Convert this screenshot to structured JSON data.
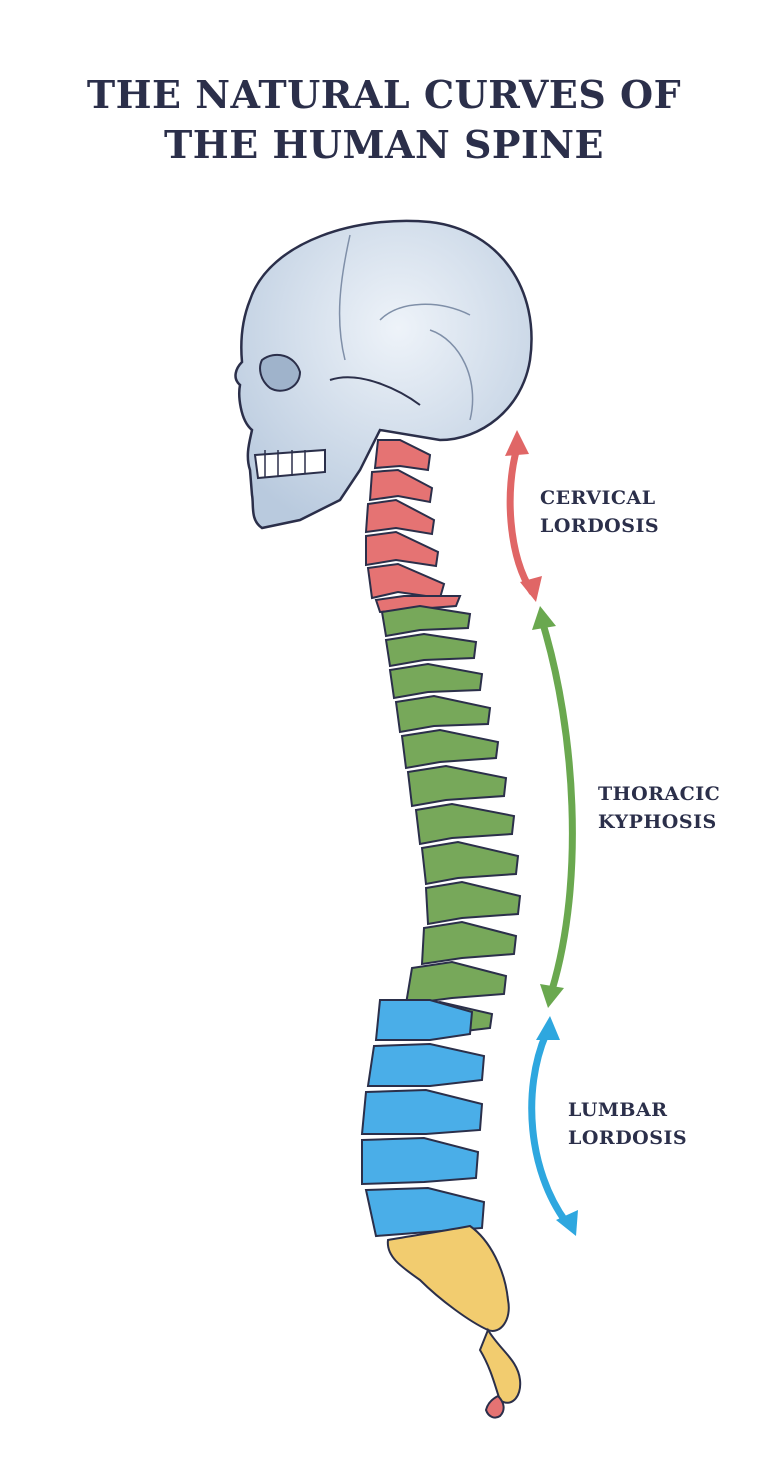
{
  "title": {
    "line1": "THE NATURAL CURVES OF",
    "line2": "THE HUMAN SPINE"
  },
  "regions": [
    {
      "line1": "CERVICAL",
      "line2": "LORDOSIS",
      "color": "#e06666"
    },
    {
      "line1": "THORACIC",
      "line2": "KYPHOSIS",
      "color": "#6aa84f"
    },
    {
      "line1": "LUMBAR",
      "line2": "LORDOSIS",
      "color": "#2ea7df"
    }
  ],
  "colors": {
    "skull": "#cfdcea",
    "cervical": "#e57373",
    "thoracic": "#77a85a",
    "lumbar": "#4aaee8",
    "sacrum": "#f2cc6f",
    "coccyx": "#e57373",
    "outline": "#2b2f4a",
    "text": "#2b2f4a"
  }
}
